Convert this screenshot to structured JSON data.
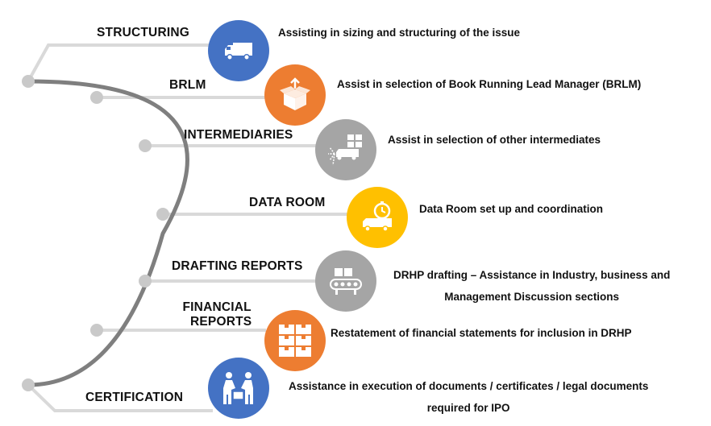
{
  "colors": {
    "blue": "#4472c4",
    "orange": "#ed7d31",
    "gray": "#a5a5a5",
    "yellow": "#ffc000",
    "arc": "#7f7f7f",
    "connector": "#d9d9d9"
  },
  "steps": [
    {
      "label": "STRUCTURING",
      "description": "Assisting in sizing and structuring of the issue",
      "icon": "delivery-truck-icon",
      "color": "blue"
    },
    {
      "label": "BRLM",
      "description": "Assist in selection of Book Running Lead Manager (BRLM)",
      "icon": "open-box-icon",
      "color": "orange"
    },
    {
      "label": "INTERMEDIARIES",
      "description": "Assist in selection of other intermediates",
      "icon": "distribution-network-icon",
      "color": "gray"
    },
    {
      "label": "DATA ROOM",
      "description": "Data Room set up and coordination",
      "icon": "timed-delivery-icon",
      "color": "yellow"
    },
    {
      "label": "DRAFTING REPORTS",
      "description_lines": [
        "DRHP drafting – Assistance in Industry, business and",
        "Management Discussion sections"
      ],
      "icon": "conveyor-belt-icon",
      "color": "gray"
    },
    {
      "label_lines": [
        "FINANCIAL",
        "REPORTS"
      ],
      "description": "Restatement of financial statements for inclusion in DRHP",
      "icon": "stacked-boxes-icon",
      "color": "orange"
    },
    {
      "label": "CERTIFICATION",
      "description_lines": [
        "Assistance in execution of documents / certificates / legal documents",
        "required for IPO"
      ],
      "icon": "handover-icon",
      "color": "blue"
    }
  ]
}
